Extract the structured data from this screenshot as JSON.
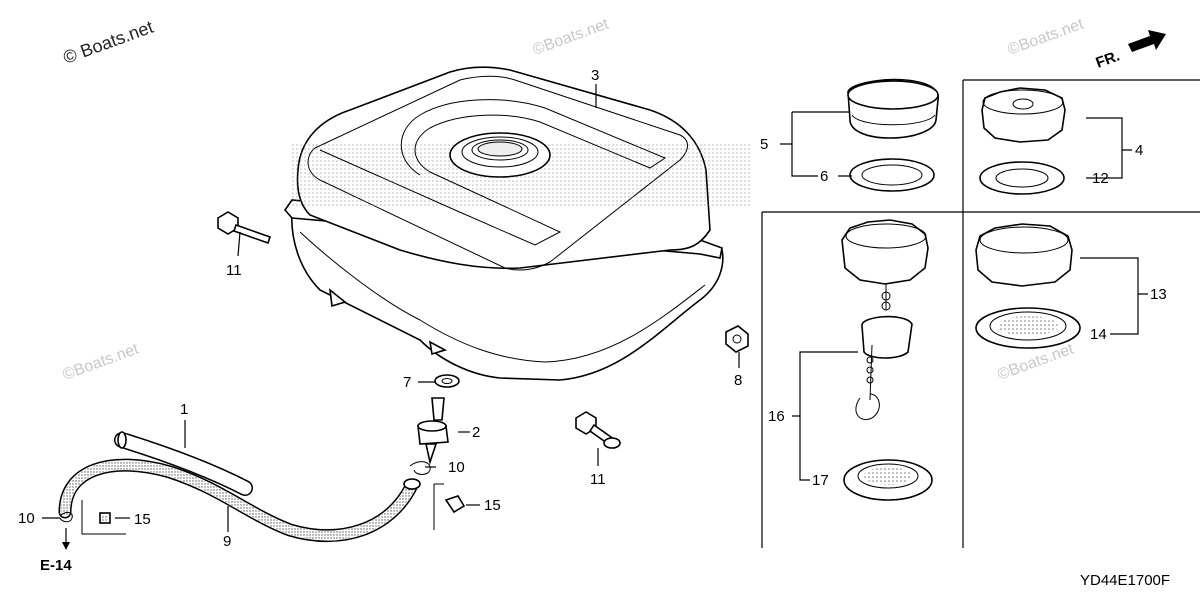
{
  "watermarks": {
    "main": "© Boats.net",
    "faint": "©Boats.net"
  },
  "direction_indicator": "FR.",
  "labels": {
    "p1": "1",
    "p2": "2",
    "p3": "3",
    "p4": "4",
    "p5": "5",
    "p6": "6",
    "p7": "7",
    "p8": "8",
    "p9": "9",
    "p10a": "10",
    "p10b": "10",
    "p11a": "11",
    "p11b": "11",
    "p12": "12",
    "p13": "13",
    "p14": "14",
    "p15a": "15",
    "p15b": "15",
    "p16": "16",
    "p17": "17"
  },
  "reference": "E-14",
  "diagram_code": "YD44E1700F"
}
